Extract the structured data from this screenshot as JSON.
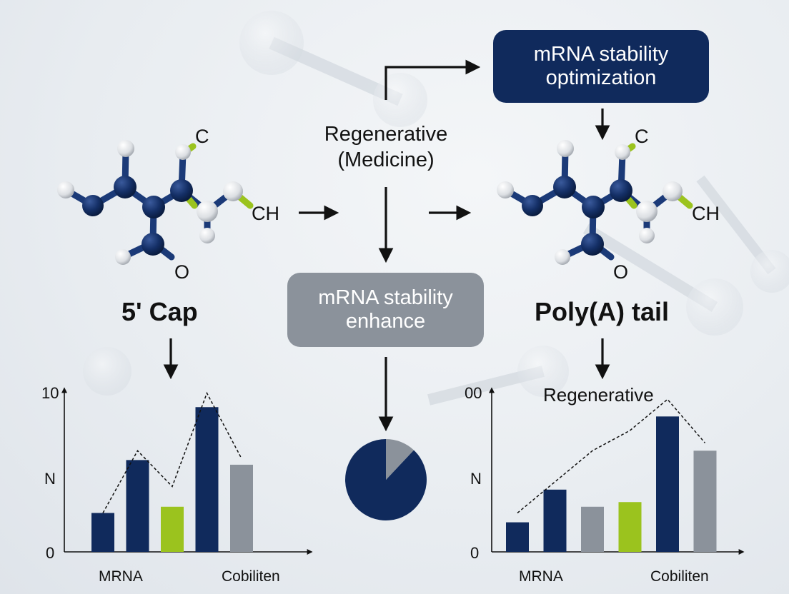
{
  "colors": {
    "navy": "#102a5c",
    "gray": "#8b929b",
    "lime": "#9bc31e",
    "background": "#e9edf1"
  },
  "boxes": {
    "optimization": {
      "line1": "mRNA stability",
      "line2": "optimization"
    },
    "enhance": {
      "line1": "mRNA stability",
      "line2": "enhance"
    }
  },
  "center_label": {
    "line1": "Regenerative",
    "line2": "(Medicine)"
  },
  "left_molecule": {
    "caption": "5' Cap",
    "atoms": {
      "c": "C",
      "ch": "CH",
      "o": "O"
    }
  },
  "right_molecule": {
    "caption": "Poly(A) tail",
    "atoms": {
      "c": "C",
      "ch": "CH",
      "o": "O"
    }
  },
  "chart_data": [
    {
      "type": "bar",
      "title": "",
      "ylim": [
        0,
        10
      ],
      "y_tick_labels": [
        "0",
        "N",
        "10"
      ],
      "x_tick_labels": [
        "MRNA",
        "Cobiliten"
      ],
      "bars": [
        {
          "value": 2.5,
          "color": "navy"
        },
        {
          "value": 5.9,
          "color": "navy"
        },
        {
          "value": 2.9,
          "color": "lime"
        },
        {
          "value": 9.3,
          "color": "navy"
        },
        {
          "value": 5.6,
          "color": "gray"
        }
      ],
      "trend_line": [
        2.5,
        6.5,
        4.2,
        10.2,
        6.0
      ]
    },
    {
      "type": "bar",
      "title": "Regenerative",
      "ylim": [
        0,
        10
      ],
      "y_tick_labels": [
        "0",
        "N",
        "00"
      ],
      "x_tick_labels": [
        "MRNA",
        "Cobiliten"
      ],
      "bars": [
        {
          "value": 1.9,
          "color": "navy"
        },
        {
          "value": 4.0,
          "color": "navy"
        },
        {
          "value": 2.9,
          "color": "gray"
        },
        {
          "value": 3.2,
          "color": "lime"
        },
        {
          "value": 8.7,
          "color": "navy"
        },
        {
          "value": 6.5,
          "color": "gray"
        }
      ],
      "trend_line": [
        2.5,
        4.5,
        6.5,
        7.8,
        9.8,
        7.0
      ]
    },
    {
      "type": "pie",
      "slices": [
        {
          "value": 88,
          "color": "navy"
        },
        {
          "value": 12,
          "color": "gray"
        }
      ]
    }
  ]
}
